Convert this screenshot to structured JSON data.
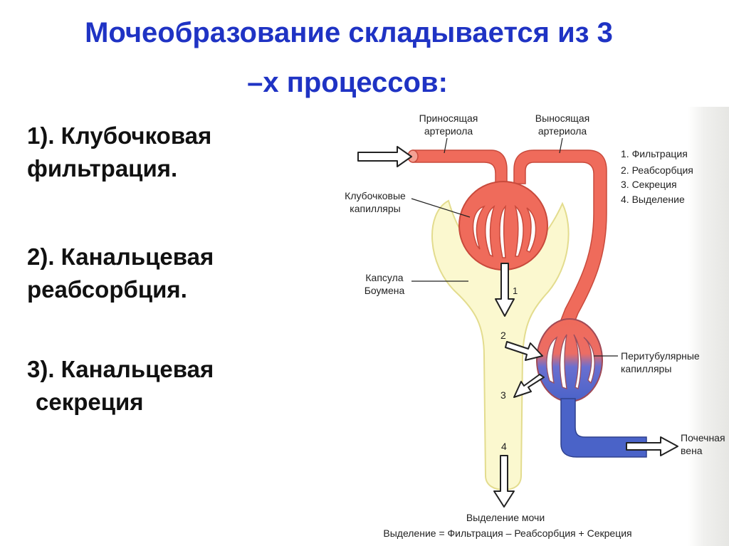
{
  "title": {
    "line1": "Мочеобразование складывается из 3",
    "line2": "–х процессов:"
  },
  "items": [
    {
      "line1": "1). Клубочковая",
      "line2": "фильтрация."
    },
    {
      "line1": "2). Канальцевая",
      "line2": "реабсорбция."
    },
    {
      "line1": "3). Канальцевая",
      "line2": "секреция"
    }
  ],
  "diagram": {
    "labels": {
      "afferent_1": "Приносящая",
      "afferent_2": "артериола",
      "efferent_1": "Выносящая",
      "efferent_2": "артериола",
      "glom_1": "Клубочковые",
      "glom_2": "капилляры",
      "capsule_1": "Капсула",
      "capsule_2": "Боумена",
      "peri_1": "Перитубулярные",
      "peri_2": "капилляры",
      "vein_1": "Почечная",
      "vein_2": "вена",
      "urine": "Выделение мочи",
      "formula": "Выделение = Фильтрация – Реабсорбция + Секреция"
    },
    "legend": [
      "1. Фильтрация",
      "2. Реабсорбция",
      "3. Секреция",
      "4. Выделение"
    ],
    "arrow_numbers": [
      "1",
      "2",
      "3",
      "4"
    ],
    "colors": {
      "title": "#1f33c4",
      "arterial": "#ef6b5b",
      "arterial_outline": "#c84a3c",
      "venous": "#4a63c8",
      "capsule_fill": "#fbf8cf",
      "capsule_outline": "#e3dc8e"
    }
  }
}
